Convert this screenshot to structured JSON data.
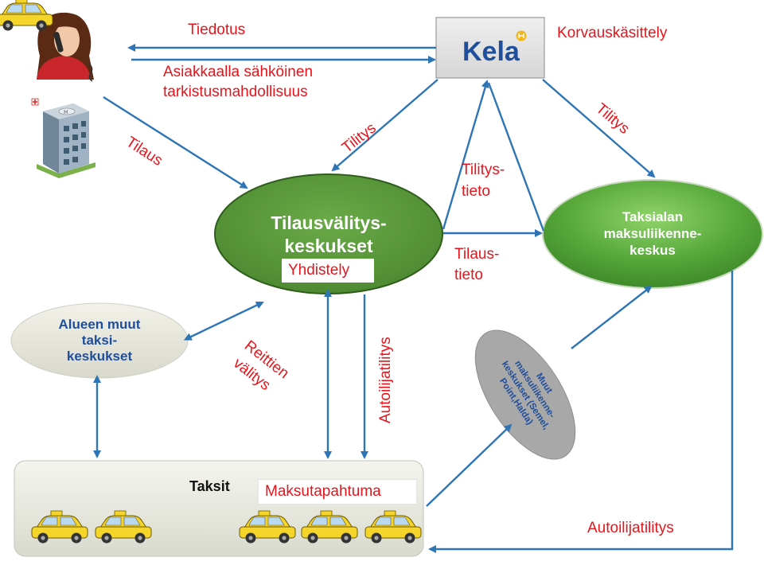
{
  "labels": {
    "tiedotus": "Tiedotus",
    "asiakas_line1": "Asiakkaalla sähköinen",
    "asiakas_line2": "tarkistusmahdollisuus",
    "korvaus": "Korvauskäsittely",
    "tilaus": "Tilaus",
    "tilitys_left": "Tilitys",
    "tilitys_right": "Tilitys",
    "tilitystieto_1": "Tilitys-",
    "tilitystieto_2": "tieto",
    "tilaustieto_1": "Tilaus-",
    "tilaustieto_2": "tieto",
    "reittien_1": "Reittien",
    "reittien_2": "välitys",
    "autoilija_vertical": "Autoilijatilitys",
    "autoilija_bottom": "Autoilijatilitys"
  },
  "nodes": {
    "kela_logo": "Kela",
    "center_1": "Tilausvälitys-",
    "center_2": "keskukset",
    "center_tag": "Yhdistely",
    "taksiala_1": "Taksialan",
    "taksiala_2": "maksuliikenne-",
    "taksiala_3": "keskus",
    "alueen_1": "Alueen muut",
    "alueen_2": "taksi-",
    "alueen_3": "keskukset",
    "muut_1": "Muut",
    "muut_2": "maksuliikenne-",
    "muut_3": "keskukset (Semel,",
    "muut_4": "Point,Halda)",
    "taksit": "Taksit",
    "maksutapahtuma": "Maksutapahtuma"
  },
  "colors": {
    "arrow": "#2e75b6",
    "label_red": "#e8141b",
    "center_fill": "#5b9a3c",
    "taksiala_fill": "#56a83a",
    "kela_blue": "#1f4e9c",
    "kela_gold": "#f2b71b"
  },
  "icons": [
    "customer-phone-icon",
    "hospital-icon",
    "taxi-icon"
  ]
}
